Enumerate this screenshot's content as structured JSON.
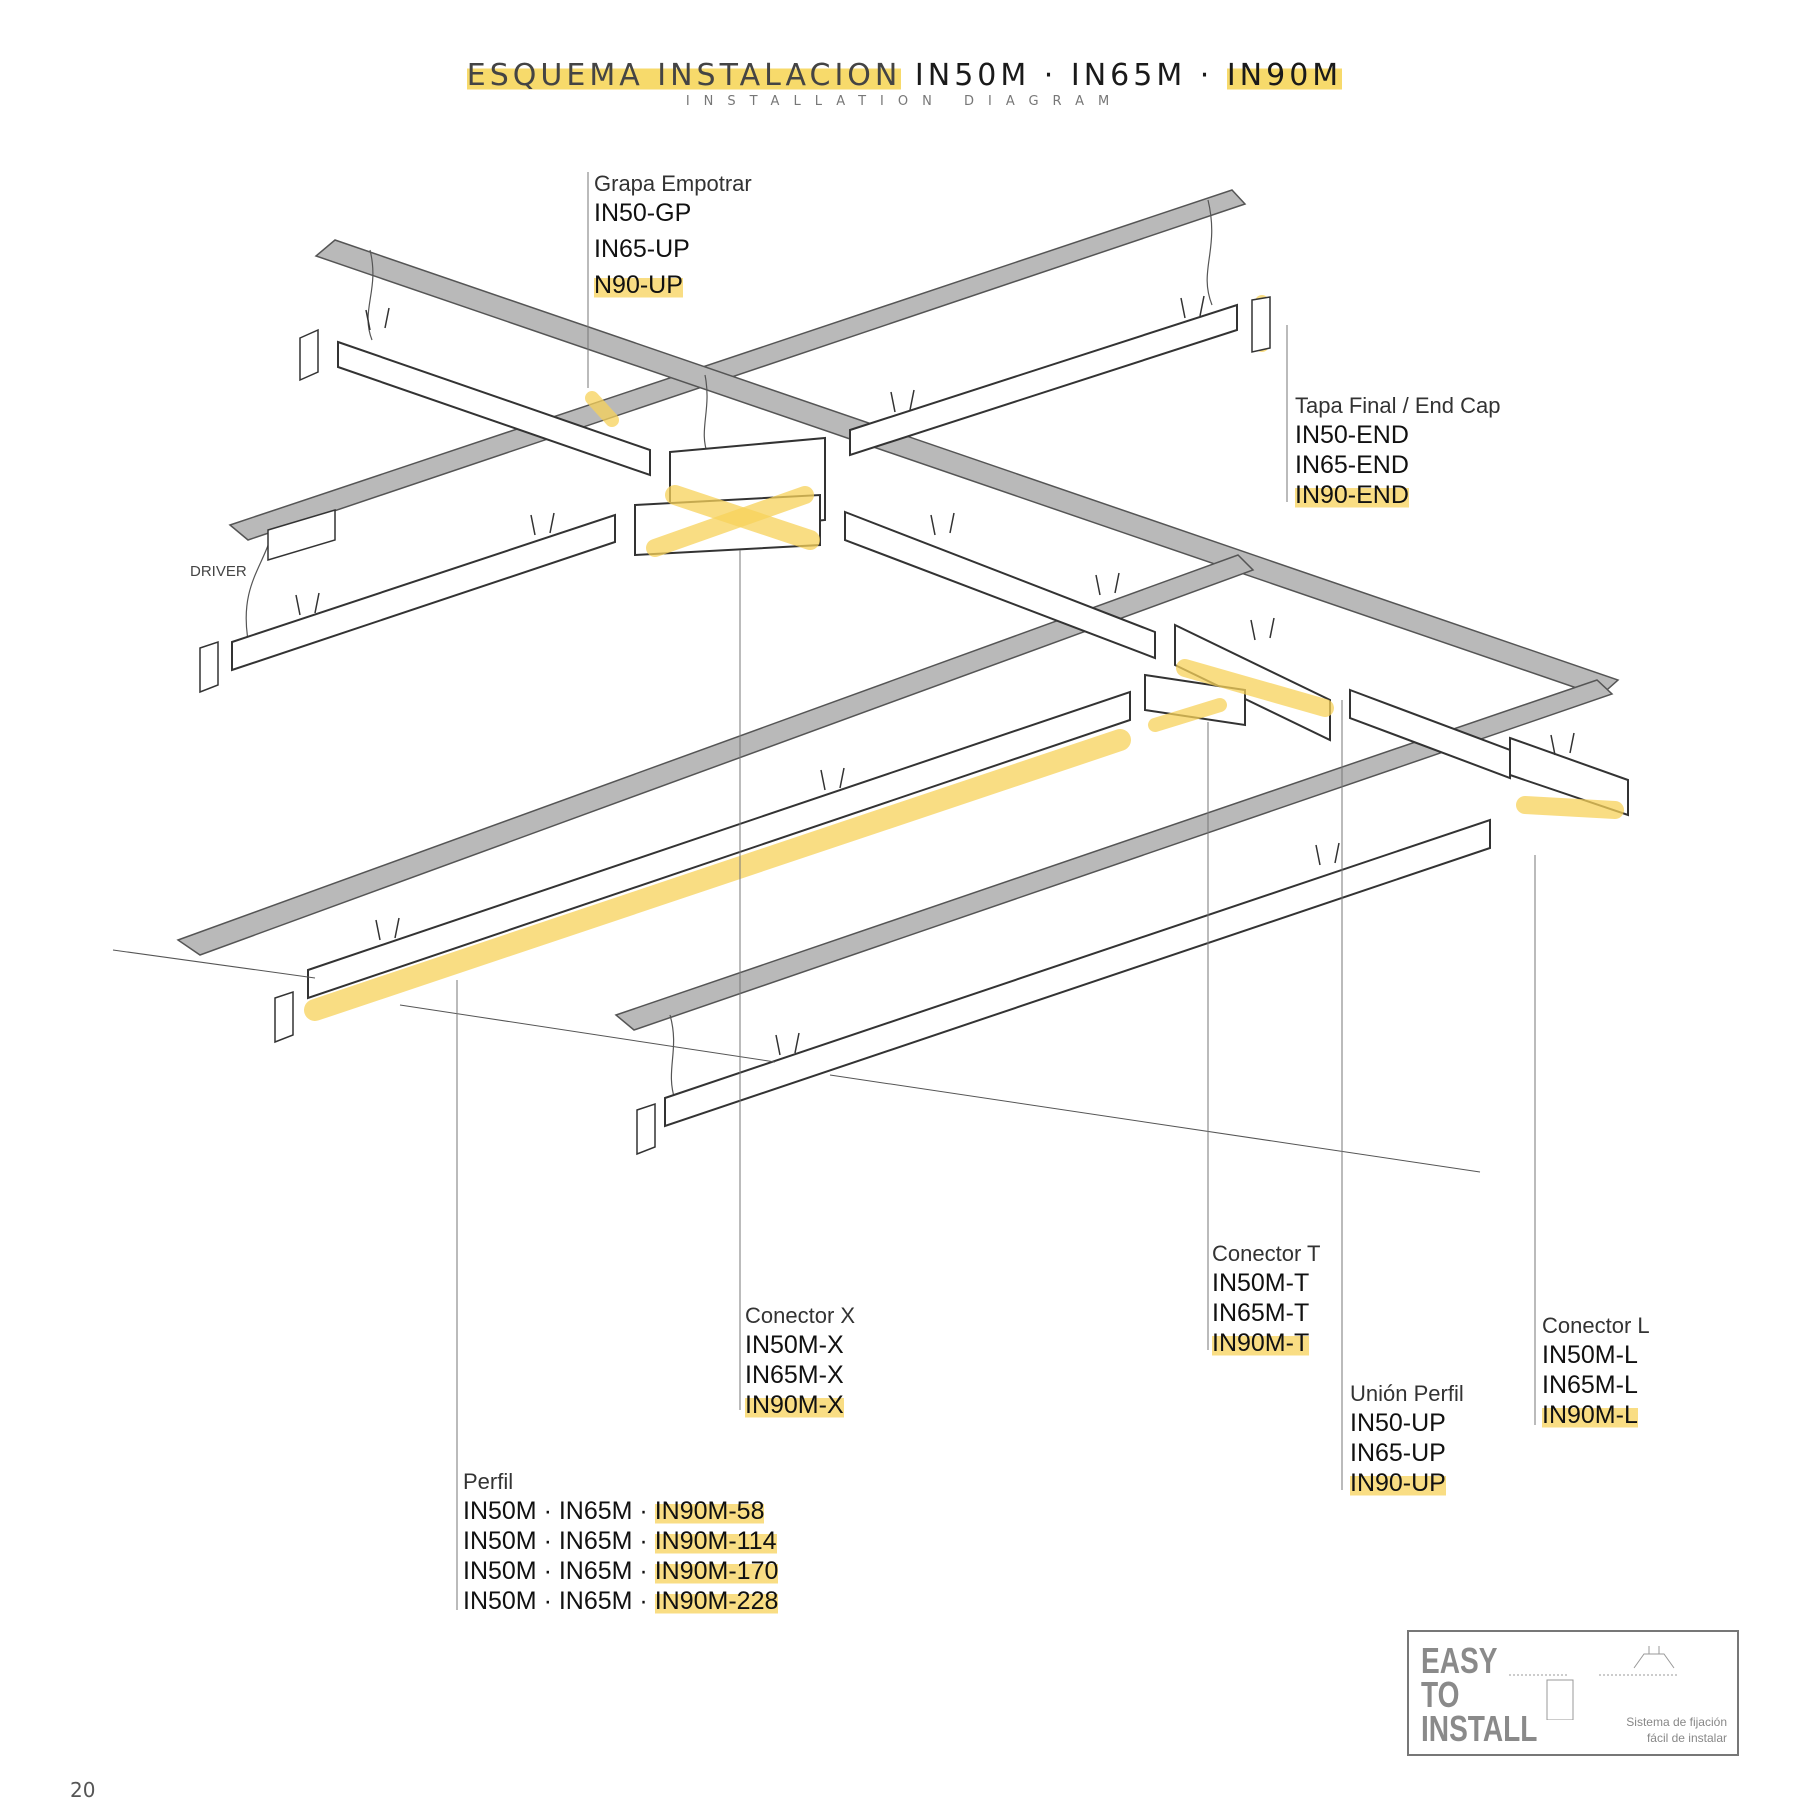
{
  "header": {
    "title_part1": "ESQUEMA INSTALACION",
    "title_part2": " IN50M · IN65M · ",
    "title_part3": "IN90M",
    "subtitle": "INSTALLATION DIAGRAM"
  },
  "labels": {
    "grapa": {
      "caption": "Grapa Empotrar",
      "codes": [
        "IN50-GP",
        "IN65-UP",
        "N90-UP"
      ]
    },
    "endcap": {
      "caption": "Tapa Final / End Cap",
      "codes": [
        "IN50-END",
        "IN65-END",
        "IN90-END"
      ]
    },
    "driver": "DRIVER",
    "connector_x": {
      "caption": "Conector X",
      "codes": [
        "IN50M-X",
        "IN65M-X",
        "IN90M-X"
      ]
    },
    "connector_t": {
      "caption": "Conector T",
      "codes": [
        "IN50M-T",
        "IN65M-T",
        "IN90M-T"
      ]
    },
    "union": {
      "caption": "Unión Perfil",
      "codes": [
        "IN50-UP",
        "IN65-UP",
        "IN90-UP"
      ]
    },
    "connector_l": {
      "caption": "Conector L",
      "codes": [
        "IN50M-L",
        "IN65M-L",
        "IN90M-L"
      ]
    },
    "perfil": {
      "caption": "Perfil",
      "prefix": "IN50M · IN65M · ",
      "codes": [
        "IN90M-58",
        "IN90M-114",
        "IN90M-170",
        "IN90M-228"
      ]
    }
  },
  "badge": {
    "line1": "EASY",
    "line2": "TO",
    "line3": "INSTALL",
    "note1": "Sistema de fijación",
    "note2": "fácil de instalar"
  },
  "page_number": "20",
  "colors": {
    "highlight": "#f7d25a",
    "channel": "#b9b9b9",
    "stroke": "#333333"
  }
}
